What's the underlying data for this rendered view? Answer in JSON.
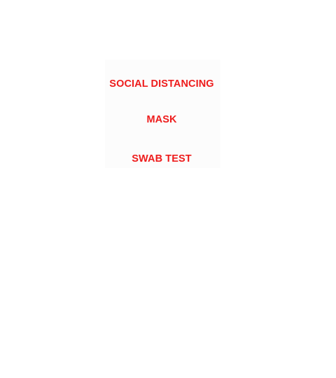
{
  "labels": {
    "item_1": "SOCIAL DISTANCING",
    "item_2": "MASK",
    "item_3": "SWAB TEST"
  },
  "colors": {
    "text": "#ee1c1c",
    "background": "#ffffff"
  }
}
